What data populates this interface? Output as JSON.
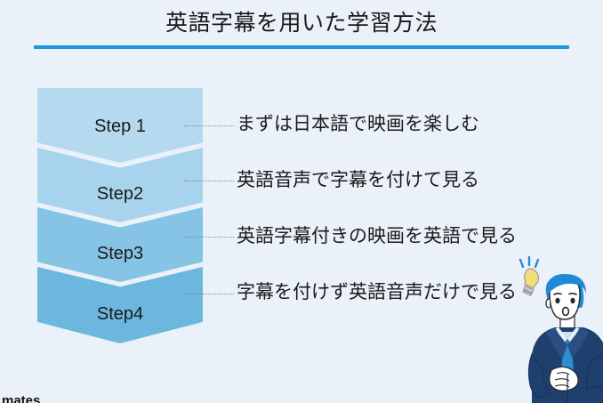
{
  "slide": {
    "title": "英語字幕を用いた学習方法",
    "background_color": "#eaf1f9",
    "accent_color": "#1a96dd",
    "watermark": "mates"
  },
  "funnel": {
    "steps": [
      {
        "label": "Step 1",
        "description": "まずは日本語で映画を楽しむ",
        "color": "#b5daf0"
      },
      {
        "label": "Step2",
        "description": "英語音声で字幕を付けて見る",
        "color": "#a8d3ec"
      },
      {
        "label": "Step3",
        "description": "英語字幕付きの映画を英語で見る",
        "color": "#85c4e5"
      },
      {
        "label": "Step4",
        "description": "字幕を付けず英語音声だけで見る",
        "color": "#6cb7de"
      }
    ]
  },
  "illustration": {
    "character": "surprised-businessman",
    "idea_icon": "lightbulb-icon",
    "suit_color": "#1f3f6e",
    "hair_color": "#1f8ad6",
    "tie_color": "#1f7ec4",
    "bulb_color": "#f2dd7a"
  }
}
